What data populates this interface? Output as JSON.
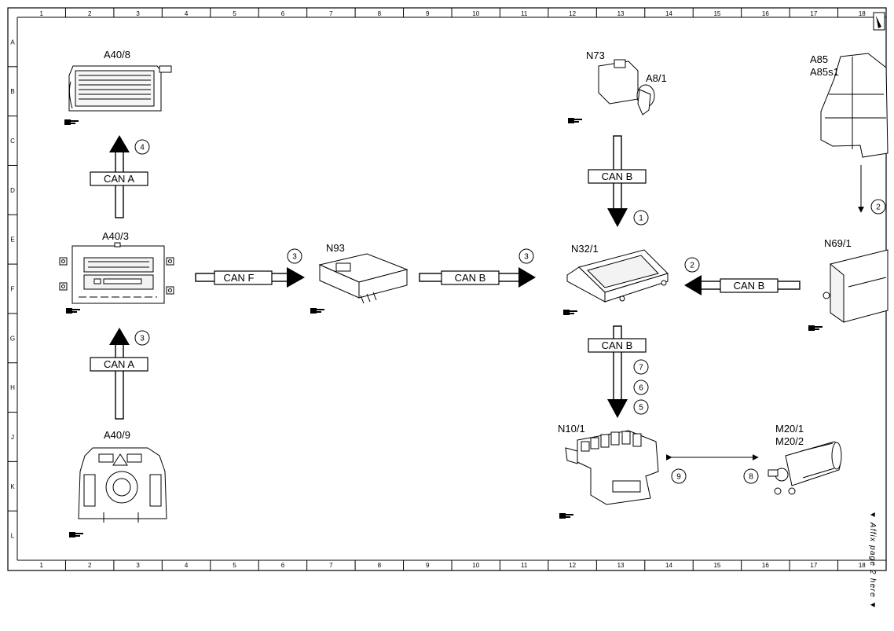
{
  "grid": {
    "columns": [
      "1",
      "2",
      "3",
      "4",
      "5",
      "6",
      "7",
      "8",
      "9",
      "10",
      "11",
      "12",
      "13",
      "14",
      "15",
      "16",
      "17",
      "18"
    ],
    "rows": [
      "A",
      "B",
      "C",
      "D",
      "E",
      "F",
      "G",
      "H",
      "J",
      "K",
      "L"
    ]
  },
  "components": {
    "a40_8": "A40/8",
    "a40_3": "A40/3",
    "a40_9": "A40/9",
    "n93": "N93",
    "n73": "N73",
    "a8_1": "A8/1",
    "n32_1": "N32/1",
    "a85": "A85",
    "a85s1": "A85s1",
    "n69_1": "N69/1",
    "n10_1": "N10/1",
    "m20_1": "M20/1",
    "m20_2": "M20/2"
  },
  "buses": {
    "can_a_upper": "CAN A",
    "can_a_lower": "CAN A",
    "can_f": "CAN F",
    "can_b_n93_n32": "CAN B",
    "can_b_n73": "CAN B",
    "can_b_n69": "CAN B",
    "can_b_n10": "CAN B"
  },
  "markers": {
    "m_a40_8": "4",
    "m_a40_3": "3",
    "m_can_f": "3",
    "m_can_b_mid": "3",
    "m_n73": "1",
    "m_n69_in": "2",
    "m_a85": "2",
    "m_n10_7": "7",
    "m_n10_6": "6",
    "m_n10_5": "5",
    "m_n10_9": "9",
    "m_n10_8": "8"
  },
  "side_note": "▼ Affix page 2 here ▼",
  "colors": {
    "ink": "#000000",
    "paper": "#ffffff",
    "fill_light": "#eeeeee"
  }
}
